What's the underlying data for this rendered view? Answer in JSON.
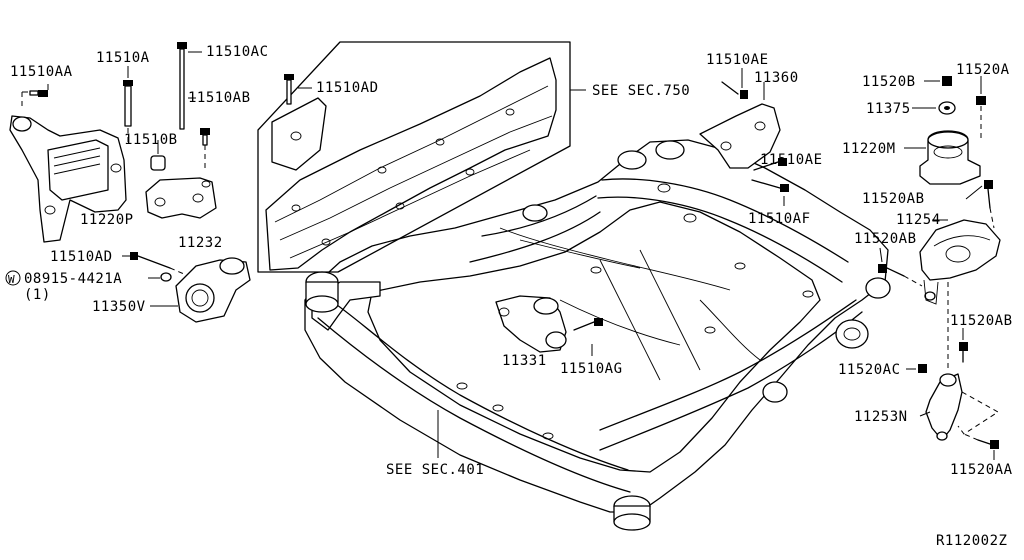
{
  "diagram": {
    "drawing_number": "R112002Z",
    "section_refs": {
      "sec750": "SEE SEC.750",
      "sec401": "SEE SEC.401"
    },
    "parts": {
      "p11510AA_top": "11510AA",
      "p11510A": "11510A",
      "p11510AC": "11510AC",
      "p11510AD_top": "11510AD",
      "p11510AB": "11510AB",
      "p11510B": "11510B",
      "p11220P": "11220P",
      "p11232": "11232",
      "p11510AD_left": "11510AD",
      "p08915": "08915-4421A",
      "p08915_prefix": "W",
      "p08915_qty": "(1)",
      "p11350V": "11350V",
      "p11510AE_top": "11510AE",
      "p11360": "11360",
      "p11510AE_mid": "11510AE",
      "p11510AF": "11510AF",
      "p11520B": "11520B",
      "p11520A": "11520A",
      "p11375": "11375",
      "p11220M": "11220M",
      "p11520AB_a": "11520AB",
      "p11254": "11254",
      "p11520AB_b": "11520AB",
      "p11520AB_c": "11520AB",
      "p11520AC": "11520AC",
      "p11253N": "11253N",
      "p11520AA_bot": "11520AA",
      "p11331": "11331",
      "p11510AG": "11510AG"
    }
  }
}
